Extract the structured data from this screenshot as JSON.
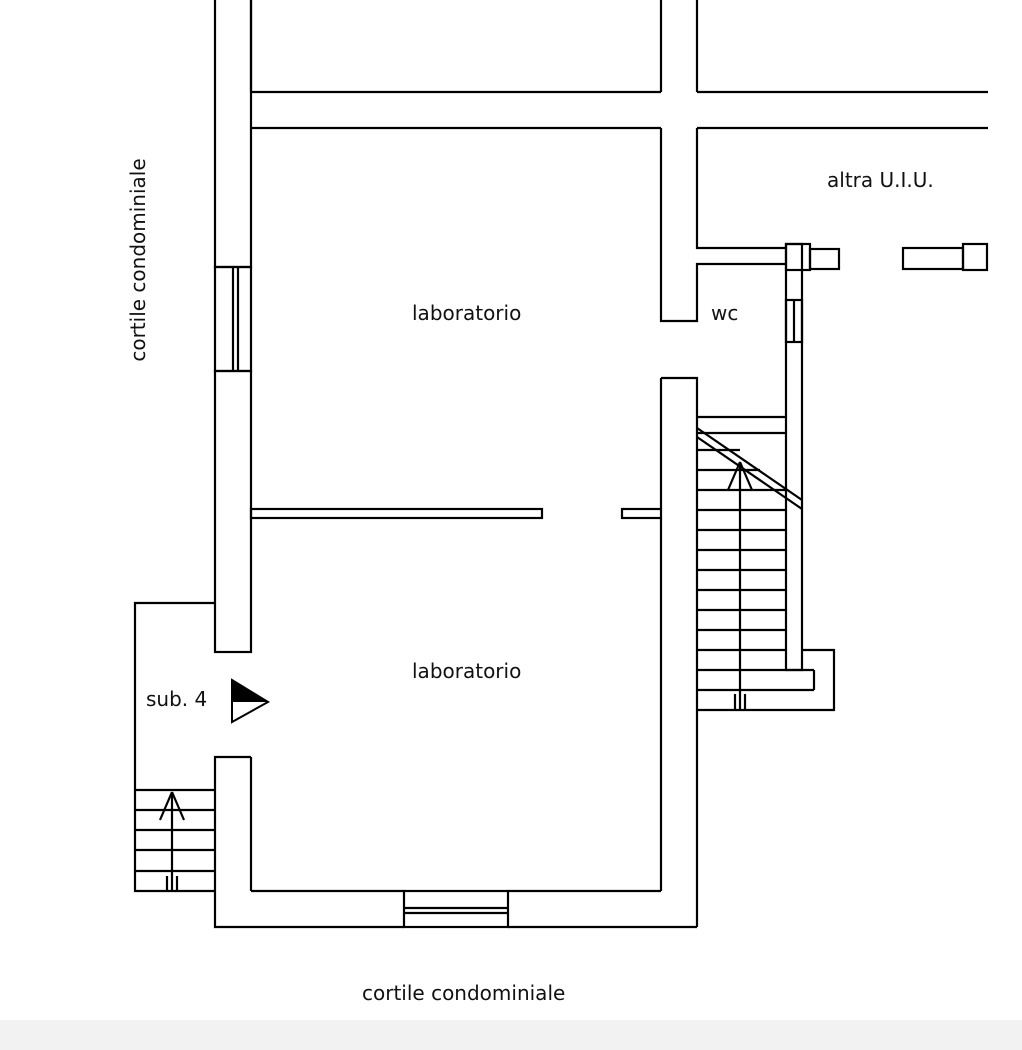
{
  "labels": {
    "courtyard_left": "cortile condominiale",
    "courtyard_bottom": "cortile condominiale",
    "other_unit": "altra U.I.U.",
    "lab_top": "laboratorio",
    "lab_bottom": "laboratorio",
    "wc": "wc",
    "sub": "sub. 4"
  }
}
